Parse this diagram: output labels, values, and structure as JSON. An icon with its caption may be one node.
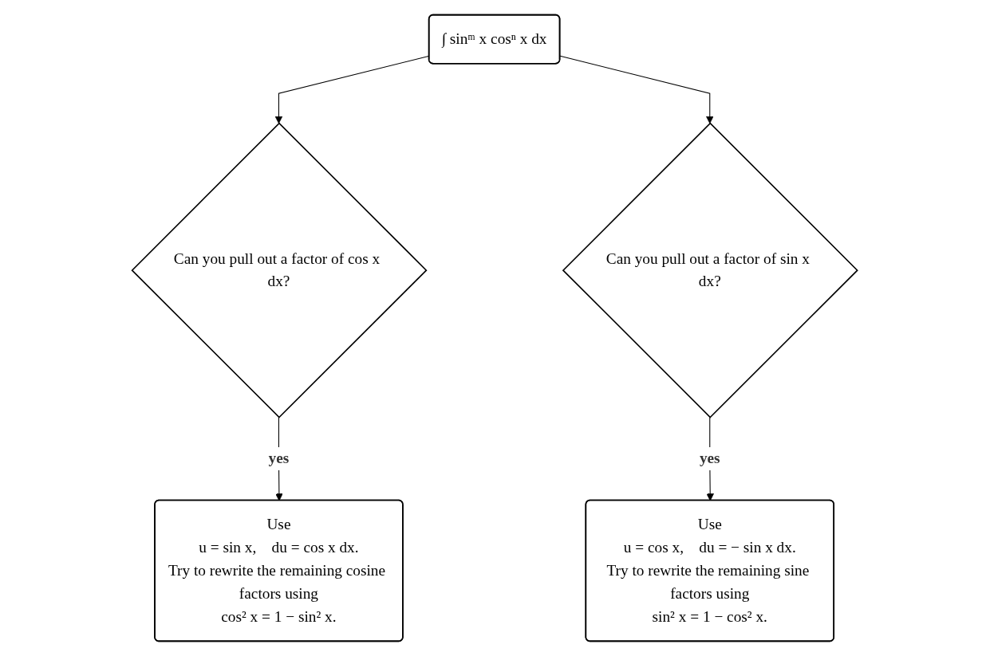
{
  "diagram": {
    "nodes": [
      {
        "text": [
          "∫ sinᵐ x cosⁿ x dx"
        ]
      },
      {
        "text": [
          "Can you pull out a factor of cos x dx?"
        ]
      },
      {
        "text": [
          "Can you pull out a factor of sin x dx?"
        ]
      },
      {
        "text": [
          "Use",
          "u = sin x,    du = cos x dx.",
          "Try to rewrite the remaining cosine factors using",
          "cos² x = 1 − sin² x."
        ]
      },
      {
        "text": [
          "Use",
          "u = cos x,    du = − sin x dx.",
          "Try to rewrite the remaining sine factors using",
          "sin² x = 1 − cos² x."
        ]
      }
    ],
    "edges": [
      {
        "from": 0,
        "to": 1,
        "arrow": "to"
      },
      {
        "from": 0,
        "to": 2,
        "arrow": "to"
      },
      {
        "from": 1,
        "to": 3,
        "label": "yes",
        "arrow": "to"
      },
      {
        "from": 2,
        "to": 4,
        "label": "yes",
        "arrow": "to"
      }
    ]
  }
}
